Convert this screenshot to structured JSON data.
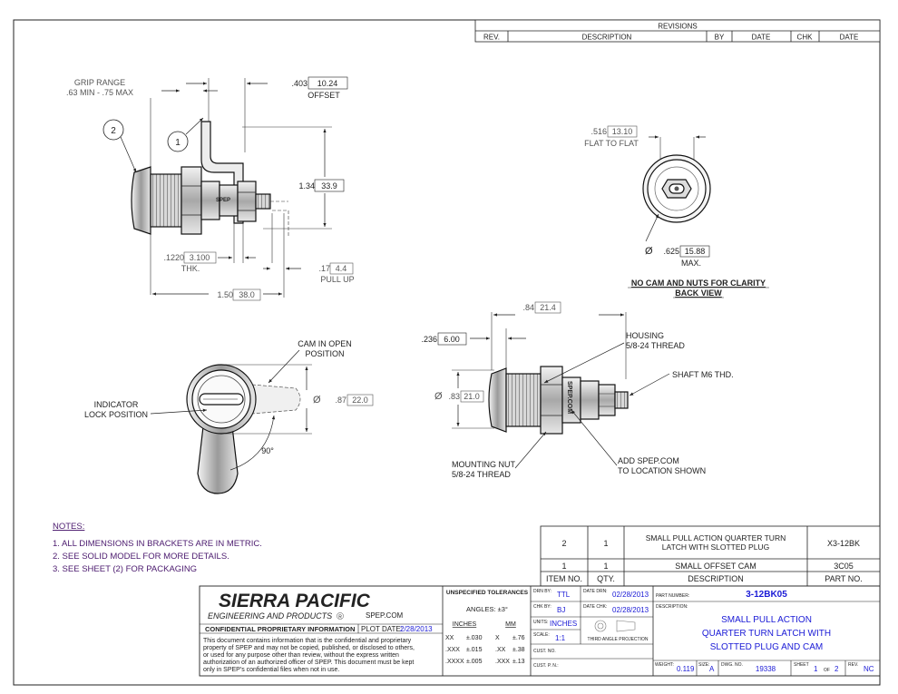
{
  "revisions": {
    "title": "REVISIONS",
    "headers": [
      "REV.",
      "DESCRIPTION",
      "BY",
      "DATE",
      "CHK",
      "DATE"
    ]
  },
  "side_view": {
    "grip_range_label": "GRIP RANGE",
    "grip_range_value": ".63 MIN - .75 MAX",
    "offset_value": ".403",
    "offset_metric": "10.24",
    "offset_label": "OFFSET",
    "height_value": "1.34",
    "height_metric": "33.9",
    "thk_value": ".1220",
    "thk_metric": "3.100",
    "thk_label": "THK.",
    "pull_up_value": ".17",
    "pull_up_metric": "4.4",
    "pull_up_label": "PULL UP",
    "length_value": "1.50",
    "length_metric": "38.0",
    "balloon_1": "1",
    "balloon_2": "2"
  },
  "back_view": {
    "flat_value": ".516",
    "flat_metric": "13.10",
    "flat_label": "FLAT TO FLAT",
    "dia_value": ".625",
    "dia_metric": "15.88",
    "dia_label": "MAX.",
    "note_line1": "NO CAM AND NUTS FOR CLARITY",
    "note_line2": "BACK VIEW"
  },
  "front_view": {
    "cam_open_line1": "CAM IN OPEN",
    "cam_open_line2": "POSITION",
    "indicator_line1": "INDICATOR",
    "indicator_line2": "LOCK POSITION",
    "dia_value": ".87",
    "dia_metric": "22.0",
    "angle": "90°"
  },
  "housing_view": {
    "overall_value": ".84",
    "overall_metric": "21.4",
    "head_value": ".236",
    "head_metric": "6.00",
    "dia_value": ".83",
    "dia_metric": "21.0",
    "housing_line1": "HOUSING",
    "housing_line2": "5/8-24 THREAD",
    "shaft_label": "SHAFT M6 THD.",
    "nut_line1": "MOUNTING NUT",
    "nut_line2": "5/8-24 THREAD",
    "spep_line1": "ADD SPEP.COM",
    "spep_line2": "TO LOCATION SHOWN",
    "engrave": "SPEP.COM"
  },
  "notes": {
    "title": "NOTES:",
    "items": [
      "1.  ALL DIMENSIONS IN BRACKETS ARE IN METRIC.",
      "2.  SEE SOLID MODEL FOR MORE DETAILS.",
      "3.  SEE SHEET (2) FOR PACKAGING"
    ]
  },
  "bom": {
    "rows": [
      {
        "item": "2",
        "qty": "1",
        "desc_line1": "SMALL PULL ACTION QUARTER TURN",
        "desc_line2": "LATCH WITH SLOTTED PLUG",
        "part": "X3-12BK"
      },
      {
        "item": "1",
        "qty": "1",
        "desc_line1": "SMALL OFFSET CAM",
        "desc_line2": "",
        "part": "3C05"
      }
    ],
    "headers": [
      "ITEM NO.",
      "QTY.",
      "DESCRIPTION",
      "PART NO."
    ]
  },
  "title_block": {
    "company": "SIERRA PACIFIC",
    "subtitle": "ENGINEERING AND PRODUCTS",
    "reg": "R",
    "website": "SPEP.COM",
    "confidential_label": "CONFIDENTIAL PROPRIETARY INFORMATION",
    "plot_date_label": "PLOT DATE:",
    "plot_date": "2/28/2013",
    "disclaimer": [
      "This document contains information that is the confidential and proprietary",
      "property of SPEP and may not be copied, published, or disclosed to others,",
      "or used for any purpose  other than review, without the express written",
      "authorization of an authorized officer of SPEP. This document must be kept",
      "only in SPEP's confidential files when not in use."
    ],
    "tol_title": "UNSPECIFIED TOLERANCES",
    "angles": "ANGLES: ±3°",
    "inches": "INCHES",
    "mm": "MM",
    "tol_rows": [
      [
        "XX",
        "±.030",
        "X",
        "±.76"
      ],
      [
        ".XXX",
        "±.015",
        ".XX",
        "±.38"
      ],
      [
        ".XXXX",
        "±.005",
        ".XXX",
        "±.13"
      ]
    ],
    "drn_by_label": "DRN BY:",
    "drn_by": "TTL",
    "date_drn_label": "DATE DRN:",
    "date_drn": "02/28/2013",
    "chk_by_label": "CHK BY:",
    "chk_by": "BJ",
    "date_chk_label": "DATE CHK:",
    "date_chk": "02/28/2013",
    "units_label": "UNITS:",
    "units": "INCHES",
    "scale_label": "SCALE:",
    "scale": "1:1",
    "projection": "THIRD ANGLE PROJECTION",
    "cust_no_label": "CUST. NO.",
    "cust_pn_label": "CUST. P. N.:",
    "part_number_label": "PART NUMBER:",
    "part_number": "3-12BK05",
    "description_label": "DESCRIPTION:",
    "description_lines": [
      "SMALL PULL ACTION",
      "QUARTER TURN  LATCH WITH",
      "SLOTTED PLUG AND CAM"
    ],
    "weight_label": "WEIGHT:",
    "weight": "0.119",
    "size_label": "SIZE:",
    "size": "A",
    "dwg_no_label": "DWG. NO.",
    "dwg_no": "19338",
    "sheet_label": "SHEET",
    "sheet": "1",
    "of_label": "OF",
    "sheets": "2",
    "rev_label": "REV.",
    "rev": "NC"
  }
}
